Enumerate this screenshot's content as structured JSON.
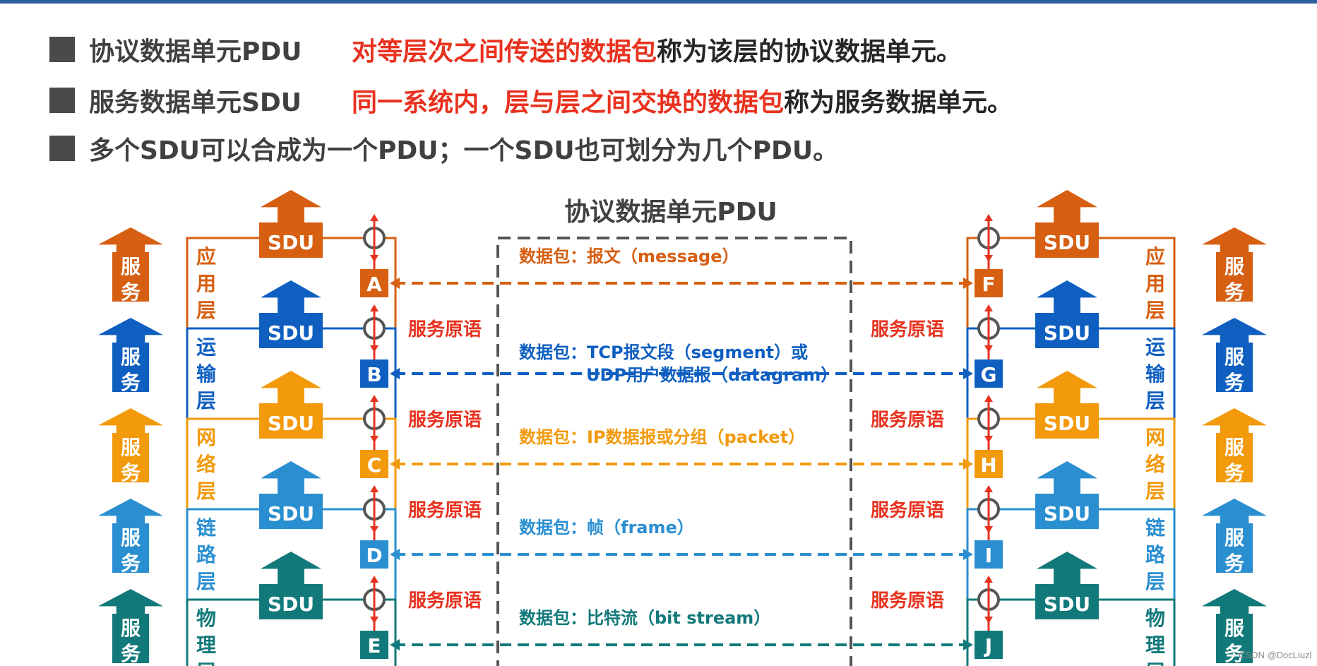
{
  "bullets": [
    {
      "label": "协议数据单元PDU",
      "red": "对等层次之间传送的数据包",
      "dark": "称为该层的协议数据单元。"
    },
    {
      "label": "服务数据单元SDU",
      "red": "同一系统内，层与层之间交换的数据包",
      "dark": "称为服务数据单元。"
    },
    {
      "label": "",
      "red": "",
      "dark": "多个SDU可以合成为一个PDU；一个SDU也可划分为几个PDU。"
    }
  ],
  "diagram": {
    "pdu_title": "协议数据单元PDU",
    "sdu_label": "SDU",
    "service_label": "服务",
    "primitive_label": "服务原语",
    "layers": [
      {
        "name": "应用层",
        "color": "#d65f12",
        "left_point": "A",
        "right_point": "F",
        "packet": "数据包：报文（message）",
        "packet2": ""
      },
      {
        "name": "运输层",
        "color": "#0f5fc1",
        "left_point": "B",
        "right_point": "G",
        "packet": "数据包：TCP报文段（segment）或",
        "packet2": "UDP用户数据报（datagram）"
      },
      {
        "name": "网络层",
        "color": "#f29a0c",
        "left_point": "C",
        "right_point": "H",
        "packet": "数据包：IP数据报或分组（packet）",
        "packet2": ""
      },
      {
        "name": "链路层",
        "color": "#2a8fd1",
        "left_point": "D",
        "right_point": "I",
        "packet": "数据包：帧（frame）",
        "packet2": ""
      },
      {
        "name": "物理层",
        "color": "#12797a",
        "left_point": "E",
        "right_point": "J",
        "packet": "数据包：比特流（bit stream）",
        "packet2": ""
      }
    ]
  },
  "watermark": "CSDN @DocLiuzl"
}
